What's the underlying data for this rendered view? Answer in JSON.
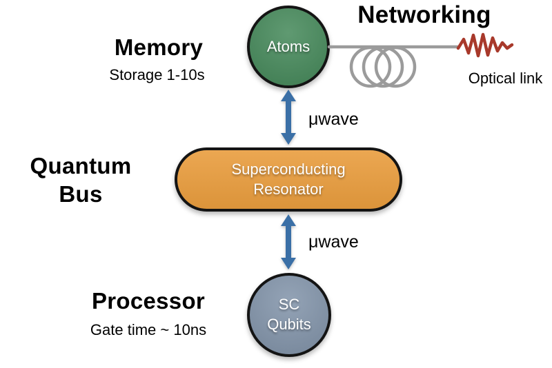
{
  "colors": {
    "atoms_green": "#45895A",
    "resonator_orange": "#E99D3E",
    "qubits_blue": "#8294AA",
    "arrow_blue": "#3A6FA6",
    "fiber_gray": "#9B9B9B",
    "optical_red": "#A8392B"
  },
  "sections": {
    "memory": {
      "title": "Memory",
      "subtitle": "Storage 1-10s"
    },
    "networking": {
      "title": "Networking",
      "caption": "Optical link"
    },
    "quantum_bus": {
      "title": "Quantum Bus"
    },
    "processor": {
      "title": "Processor",
      "subtitle": "Gate time ~ 10ns"
    }
  },
  "nodes": {
    "atoms": {
      "label": "Atoms"
    },
    "resonator": {
      "label": "Superconducting Resonator"
    },
    "sc_qubits": {
      "label": "SC Qubits"
    }
  },
  "links": {
    "uwave_top": {
      "label": "μwave"
    },
    "uwave_bottom": {
      "label": "μwave"
    }
  },
  "icons": {
    "fiber_coil": "fiber-coil-icon",
    "optical_pulse": "optical-pulse-icon",
    "microwave_arrow": "double-arrow-icon"
  }
}
